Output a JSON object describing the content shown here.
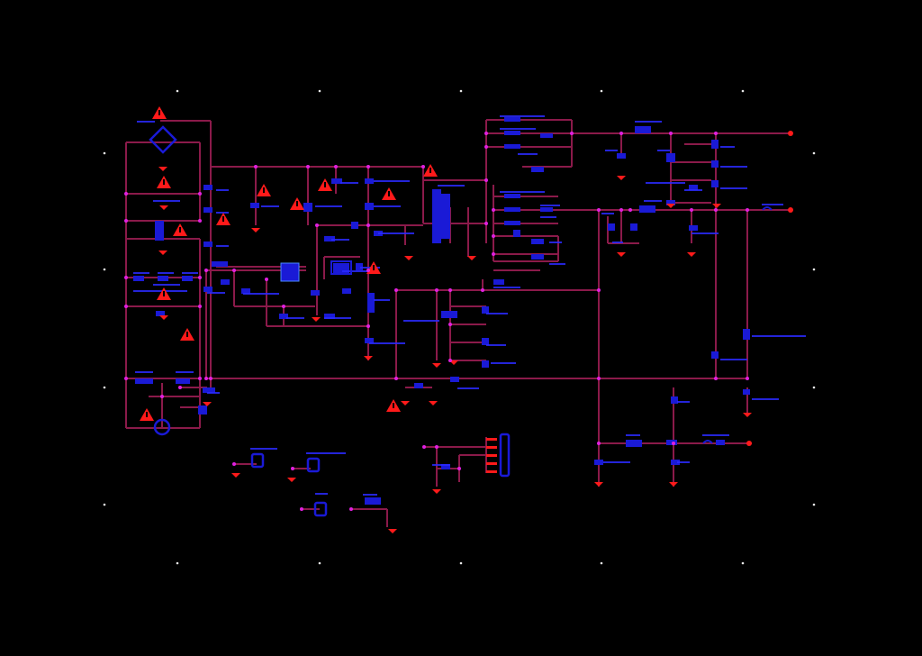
{
  "title": "",
  "colors": {
    "background": "#000000",
    "wire": "#8b1a4a",
    "component": "#1a1ad6",
    "junction": "#e020e0",
    "warning": "#ff1a1a",
    "ground": "#ff1a1a",
    "label": "#2a2aff",
    "grid_mark": "#e8e8e8"
  },
  "border": {
    "top_marks": 5,
    "bottom_marks": 5,
    "left_marks": 4,
    "right_marks": 4
  },
  "sections": {
    "primary": "ac-input-bridge-rectifier",
    "controller": "pwm-controller",
    "transformer": "flyback-transformer",
    "secondary": "output-rectifiers",
    "connector": "output-connector"
  },
  "icons": {
    "warning": "warning-triangle-icon",
    "ground": "ground-icon",
    "bridge": "bridge-rectifier-icon"
  },
  "connector": {
    "pins": 5
  }
}
